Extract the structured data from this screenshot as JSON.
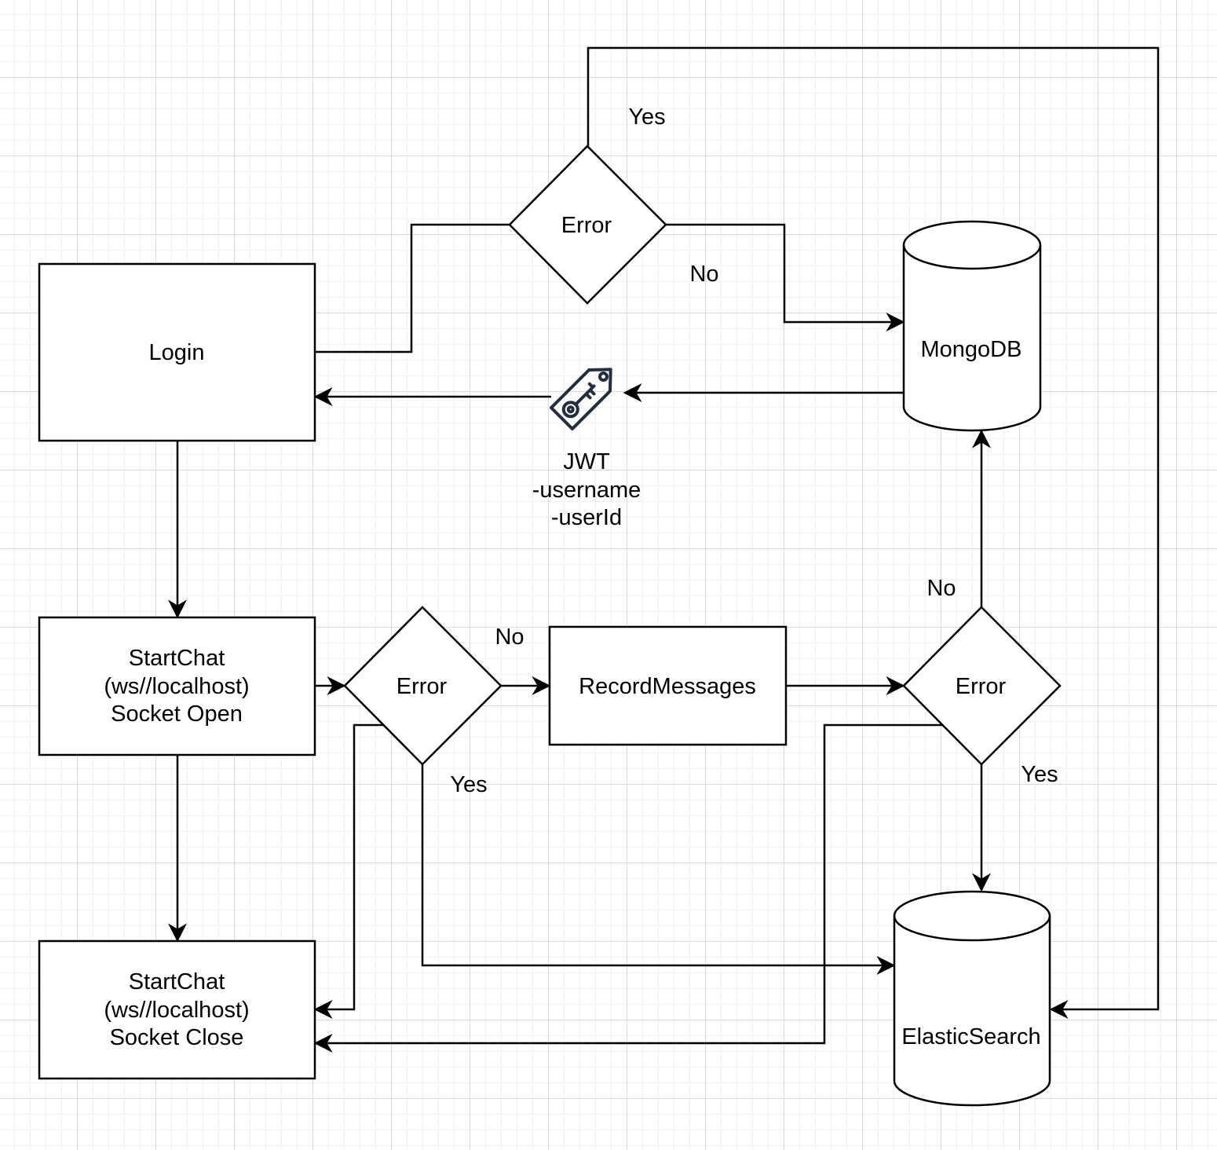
{
  "diagram": {
    "nodes": {
      "login": {
        "label": "Login"
      },
      "start_open": {
        "lines": [
          "StartChat",
          "(ws//localhost)",
          "Socket Open"
        ]
      },
      "start_close": {
        "lines": [
          "StartChat",
          "(ws//localhost)",
          "Socket Close"
        ]
      },
      "record": {
        "label": "RecordMessages"
      },
      "error_top": {
        "label": "Error"
      },
      "error_mid": {
        "label": "Error"
      },
      "error_right": {
        "label": "Error"
      },
      "mongodb": {
        "label": "MongoDB"
      },
      "elastic": {
        "label": "ElasticSearch"
      },
      "jwt": {
        "lines": [
          "JWT",
          "-username",
          "-userId"
        ],
        "icon": "key-tag-icon"
      }
    },
    "edge_labels": {
      "top_yes": "Yes",
      "top_no": "No",
      "mid_no": "No",
      "mid_yes": "Yes",
      "right_no": "No",
      "right_yes": "Yes"
    }
  }
}
